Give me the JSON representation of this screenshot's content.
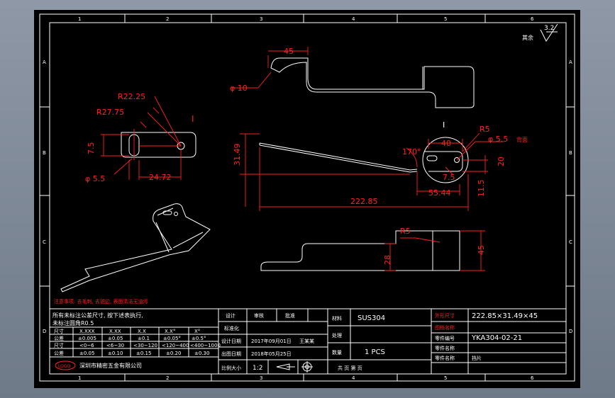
{
  "colors": {
    "background": "#000000",
    "line": "#ffffff",
    "dimension": "#ff2020",
    "app_frame": "#7f8896"
  },
  "grid": {
    "top_numbers": [
      "1",
      "2",
      "3",
      "4",
      "5",
      "6"
    ],
    "bottom_numbers": [
      "1",
      "2",
      "3",
      "4",
      "5",
      "6"
    ],
    "side_letters": [
      "A",
      "B",
      "C",
      "D"
    ]
  },
  "roughness": {
    "label": "其余",
    "value": "3.2"
  },
  "dims": {
    "r22": "R22.25",
    "r27": "R27.75",
    "d75a": "7.5",
    "d55a": "φ 5.5",
    "d2472": "24.72",
    "section_mark": "I",
    "d45top": "45",
    "d10": "φ 10",
    "d3149": "31.49",
    "d22285": "222.85",
    "detail_mark": "I",
    "r5a": "R5",
    "d55b": "φ 5.5",
    "note_b": "背面",
    "d40": "40",
    "ang": "170°",
    "d75b": "7.5",
    "d20": "20",
    "d5544": "55.44",
    "d115": "11.5",
    "r5b": "R5",
    "d28": "28",
    "d45side": "45"
  },
  "red_note": "注意事项: 去毛刺, 去锐边, 表面清洁无油污",
  "tech_note": {
    "line1": "所有未标注公差尺寸, 按下述表执行,",
    "line2": "未标注圆角R0.5"
  },
  "tol_table": {
    "header": [
      "尺寸",
      "X.XXX",
      "X.XX",
      "X.X",
      "X.X°",
      "X°"
    ],
    "rows": [
      [
        "公差",
        "±0.005",
        "±0.05",
        "±0.1",
        "±0.05°",
        "±0.5°"
      ],
      [
        "尺寸",
        "<0~6",
        "<6~30",
        "<30~120",
        "<120~400",
        "<400~1000"
      ],
      [
        "公差",
        "±0.05",
        "±0.10",
        "±0.15",
        "±0.20",
        "±0.30"
      ]
    ]
  },
  "company": {
    "logo": "LOGO",
    "name": "深圳市精密五金有限公司"
  },
  "sign": {
    "header": [
      "设计",
      "审核",
      "批准"
    ],
    "r2": "标准化",
    "r3_label": "设计日期",
    "r3_val": "2017年09月01日",
    "r3_name": "王某某",
    "r4_label": "出图日期",
    "r4_val": "2018年05月25日",
    "scale_label": "比例大小",
    "scale_val": "1:2"
  },
  "mat": {
    "label1": "材料",
    "val1": "SUS304",
    "label2": "处理",
    "label3": "数量",
    "val3": "1 PCS",
    "bottom": "共 页 第 页"
  },
  "info": {
    "label1": "外形尺寸",
    "val1": "222.85×31.49×45",
    "label2": "图档名称",
    "label3": "零件编号",
    "val3": "YKA304-02-21",
    "label4": "零件名称",
    "label5": "零件名称",
    "val5": "挡片"
  }
}
